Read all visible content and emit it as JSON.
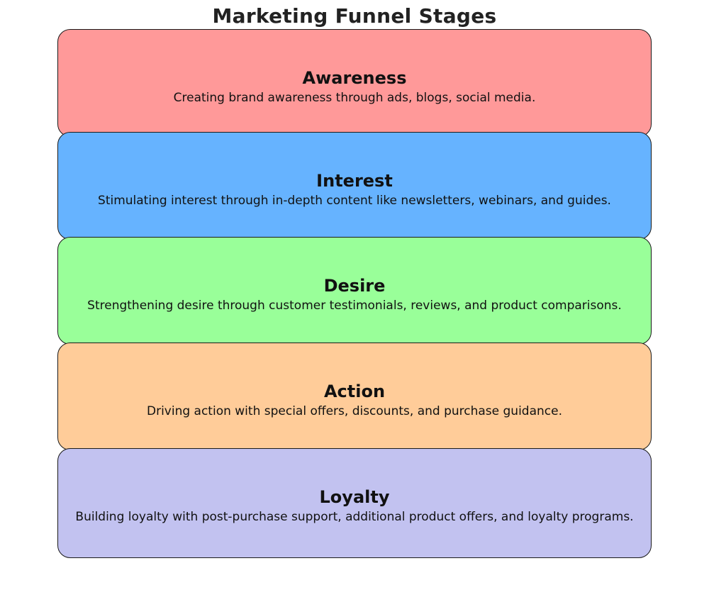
{
  "title": "Marketing Funnel Stages",
  "stages": [
    {
      "name": "Awareness",
      "description": "Creating brand awareness through ads, blogs, social media.",
      "color": "#ff9999"
    },
    {
      "name": "Interest",
      "description": "Stimulating interest through in-depth content like newsletters, webinars, and guides.",
      "color": "#66b3ff"
    },
    {
      "name": "Desire",
      "description": "Strengthening desire through customer testimonials, reviews, and product comparisons.",
      "color": "#99ff99"
    },
    {
      "name": "Action",
      "description": "Driving action with special offers, discounts, and purchase guidance.",
      "color": "#ffcc99"
    },
    {
      "name": "Loyalty",
      "description": "Building loyalty with post-purchase support, additional product offers, and loyalty programs.",
      "color": "#c2c2f0"
    }
  ]
}
